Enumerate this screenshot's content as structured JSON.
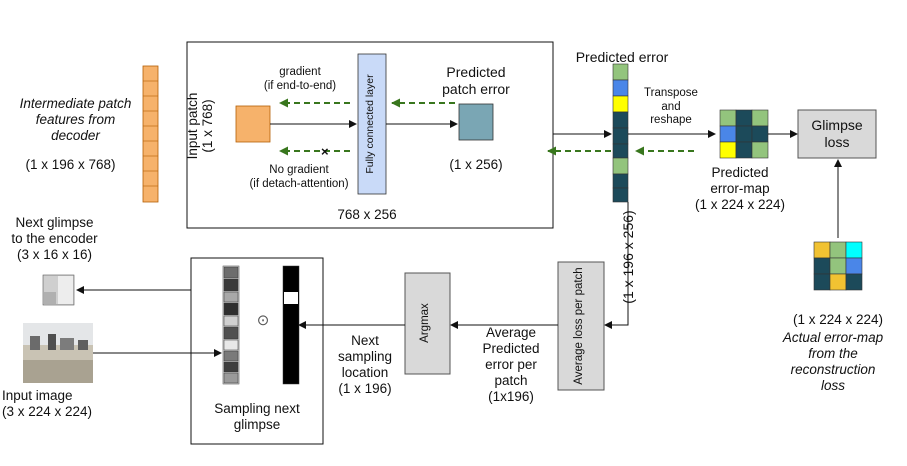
{
  "left_input": {
    "desc_lines": [
      "Intermediate patch",
      "features from",
      "decoder"
    ],
    "shape": "(1 x 196 x 768)"
  },
  "main_box": {
    "input_patch_lines": [
      "Input patch",
      "(1 x 768)"
    ],
    "gradient_lines": [
      "gradient",
      "(if end-to-end)"
    ],
    "no_gradient_lines": [
      "No gradient",
      "(if detach-attention)"
    ],
    "fc_layer": "Fully connected layer",
    "predicted_patch_error_lines": [
      "Predicted",
      "patch error"
    ],
    "patch_error_shape": "(1 x 256)",
    "weight_shape": "768 x 256"
  },
  "predicted_error": {
    "title": "Predicted error",
    "shape": "(1 x 196 x 256)"
  },
  "transpose_lines": [
    "Transpose",
    "and",
    "reshape"
  ],
  "predicted_map_lines": [
    "Predicted",
    "error-map",
    "(1 x 224 x 224)"
  ],
  "glimpse_loss_lines": [
    "Glimpse",
    "loss"
  ],
  "actual_map": {
    "shape": "(1 x 224 x 224)",
    "desc_lines": [
      "Actual error-map",
      "from the",
      "reconstruction",
      "loss"
    ]
  },
  "next_glimpse_lines": [
    "Next glimpse",
    "to the encoder",
    "(3 x 16 x 16)"
  ],
  "input_image_lines": [
    "Input image",
    "(3 x 224 x 224)"
  ],
  "sampling": {
    "title_lines": [
      "Sampling next",
      "glimpse"
    ],
    "odot": "⊙"
  },
  "next_location_lines": [
    "Next",
    "sampling",
    "location",
    "(1 x 196)"
  ],
  "argmax": "Argmax",
  "avg_pred_lines": [
    "Average",
    "Predicted",
    "error per",
    "patch",
    "(1x196)"
  ],
  "avg_loss_box": "Average loss per patch",
  "colors": {
    "orange": "#f6b26b",
    "teal": "#7aa6b4",
    "fc_blue": "#c9daf8",
    "dark_teal": "#1c4a5a",
    "green": "#93c47d",
    "yellow": "#ffff00",
    "blue": "#4a86e8",
    "gray_box": "#d9d9d9",
    "arrow_green": "#38761d"
  }
}
